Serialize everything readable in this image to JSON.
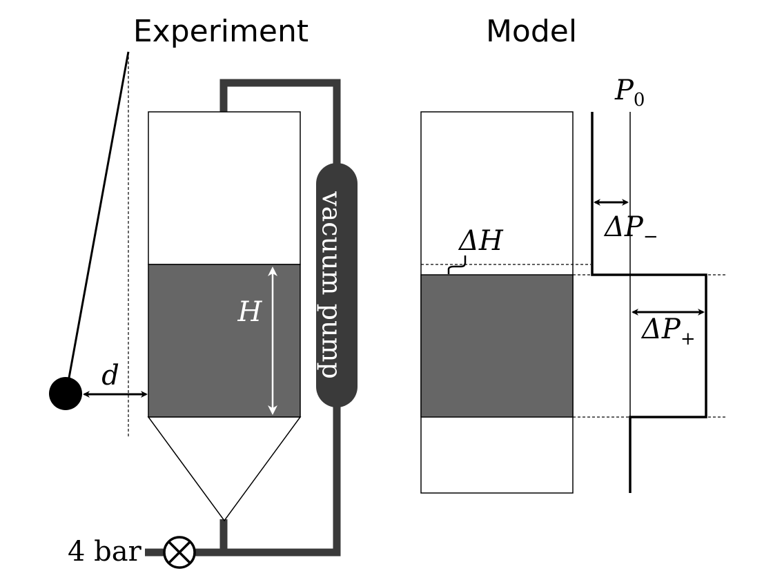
{
  "headings": {
    "experiment": "Experiment",
    "model": "Model"
  },
  "labels": {
    "pump": "vacuum pump",
    "H": "H",
    "d": "d",
    "pressure_supply": "4 bar",
    "delta_H": "ΔH",
    "P": "P",
    "P_subscript": "0",
    "delta_P": "ΔP",
    "minus_subscript": "−",
    "plus_subscript": "+"
  },
  "colors": {
    "granular_fill": "#666666",
    "pipe": "#3a3a3a",
    "line": "#000000",
    "background": "#ffffff"
  },
  "icons": {
    "valve": "valve-icon",
    "pendulum_bob": "pendulum-bob-icon"
  }
}
